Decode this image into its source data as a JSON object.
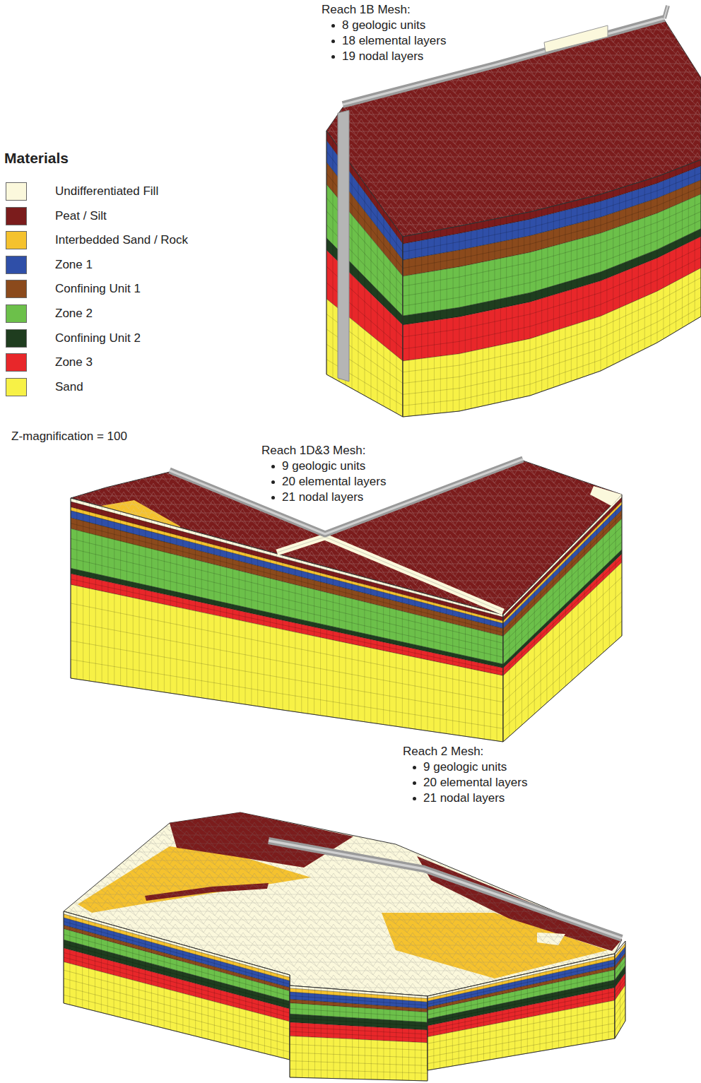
{
  "diagram": {
    "labels": [
      "Reach 1B Mesh:",
      "8 geologic units",
      "18 elemental layers",
      "19 nodal layers",
      "Materials",
      "Z-magnification = 100",
      "Reach 1D&3 Mesh:",
      "9 geologic units",
      "20 elemental layers",
      "21 nodal layers",
      "Reach 2 Mesh:",
      "9 geologic units",
      "20 elemental layers",
      "21 nodal layers"
    ],
    "legend": [
      {
        "text": "Undifferentiated Fill",
        "color": "#fbf8dc"
      },
      {
        "text": "Peat / Silt",
        "color": "#7b1c1c"
      },
      {
        "text": "Interbedded Sand / Rock",
        "color": "#f5c22e"
      },
      {
        "text": "Zone 1",
        "color": "#2f4fa8"
      },
      {
        "text": "Confining Unit 1",
        "color": "#8b4a1c"
      },
      {
        "text": "Zone 2",
        "color": "#6cc04a"
      },
      {
        "text": "Confining Unit 2",
        "color": "#1f3d1f"
      },
      {
        "text": "Zone 3",
        "color": "#e8272a"
      },
      {
        "text": "Sand",
        "color": "#f7f146"
      }
    ]
  }
}
